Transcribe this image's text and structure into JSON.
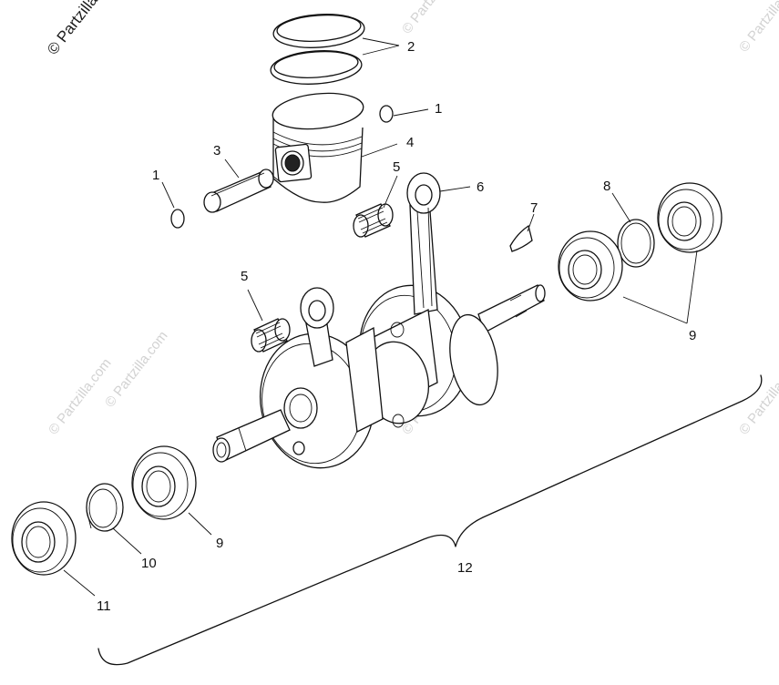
{
  "watermarks": {
    "primary": "© Partzilla.com",
    "secondary": "© Partzilla.com"
  },
  "callouts": [
    {
      "id": "c1a",
      "text": "1"
    },
    {
      "id": "c1b",
      "text": "1"
    },
    {
      "id": "c2",
      "text": "2"
    },
    {
      "id": "c3",
      "text": "3"
    },
    {
      "id": "c4",
      "text": "4"
    },
    {
      "id": "c5a",
      "text": "5"
    },
    {
      "id": "c5b",
      "text": "5"
    },
    {
      "id": "c6",
      "text": "6"
    },
    {
      "id": "c7",
      "text": "7"
    },
    {
      "id": "c8",
      "text": "8"
    },
    {
      "id": "c9a",
      "text": "9"
    },
    {
      "id": "c9b",
      "text": "9"
    },
    {
      "id": "c10",
      "text": "10"
    },
    {
      "id": "c11",
      "text": "11"
    },
    {
      "id": "c12",
      "text": "12"
    }
  ]
}
